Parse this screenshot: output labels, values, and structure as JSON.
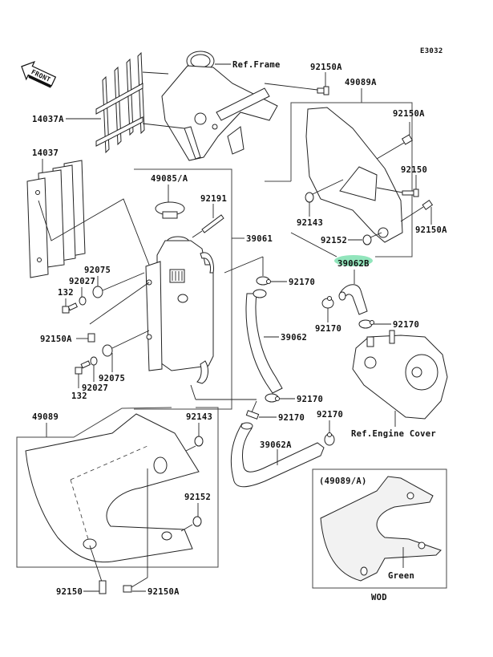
{
  "diagram": {
    "code": "E3032",
    "front_arrow": "FRONT",
    "variant_note": "WOD",
    "inset_title": "(49089/A)",
    "inset_color_label": "Green",
    "highlighted_part": "39062B",
    "highlight_color": "#7fe0b0",
    "labels": {
      "ref_frame": "Ref.Frame",
      "ref_engine_cover": "Ref.Engine Cover",
      "p14037A": "14037A",
      "p14037": "14037",
      "p49085A": "49085/A",
      "p92191": "92191",
      "p39061": "39061",
      "p92150A_top": "92150A",
      "p49089A": "49089A",
      "p92150A_r1": "92150A",
      "p92150_r": "92150",
      "p92143_r": "92143",
      "p92150A_r2": "92150A",
      "p92152_r": "92152",
      "p39062B": "39062B",
      "p92075_a": "92075",
      "p92027_a": "92027",
      "p132_a": "132",
      "p92150A_l": "92150A",
      "p92075_b": "92075",
      "p92027_b": "92027",
      "p132_b": "132",
      "p92170_a": "92170",
      "p92170_b": "92170",
      "p92170_c": "92170",
      "p39062": "39062",
      "p92170_d": "92170",
      "p92170_e": "92170",
      "p92170_f": "92170",
      "p39062A": "39062A",
      "p49089": "49089",
      "p92143_b": "92143",
      "p92152_b": "92152",
      "p92150_b": "92150",
      "p92150A_b": "92150A"
    }
  }
}
